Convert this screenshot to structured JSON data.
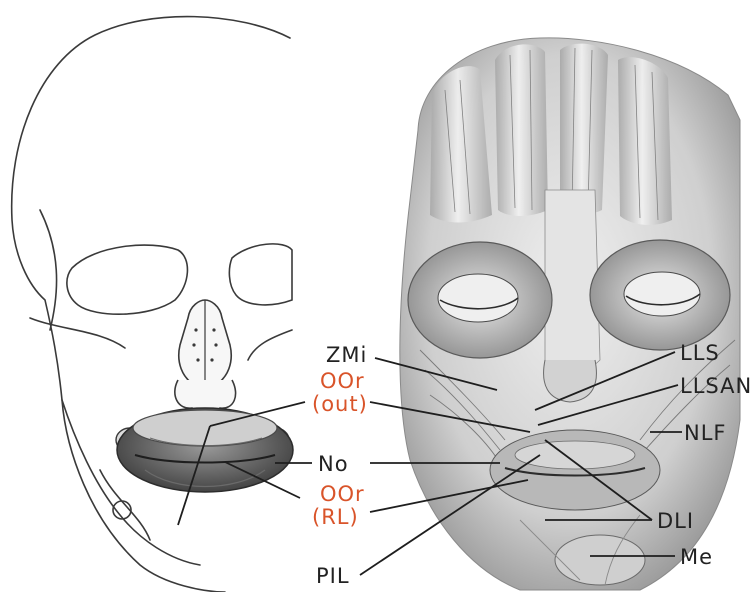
{
  "labels": {
    "zmi": "ZMi",
    "oor_out_1": "OOr",
    "oor_out_2": "(out)",
    "no": "No",
    "oor_rl_1": "OOr",
    "oor_rl_2": "(RL)",
    "pil": "PIL",
    "lls": "LLS",
    "llsan": "LLSAN",
    "nlf": "NLF",
    "dli": "DLI",
    "me": "Me"
  },
  "colors": {
    "label_default": "#222222",
    "label_highlight": "#d9542a",
    "line": "#1e1e1e"
  },
  "icons": {
    "left": "skull-frontal-line-drawing",
    "right": "facial-musculature-pencil-drawing"
  }
}
